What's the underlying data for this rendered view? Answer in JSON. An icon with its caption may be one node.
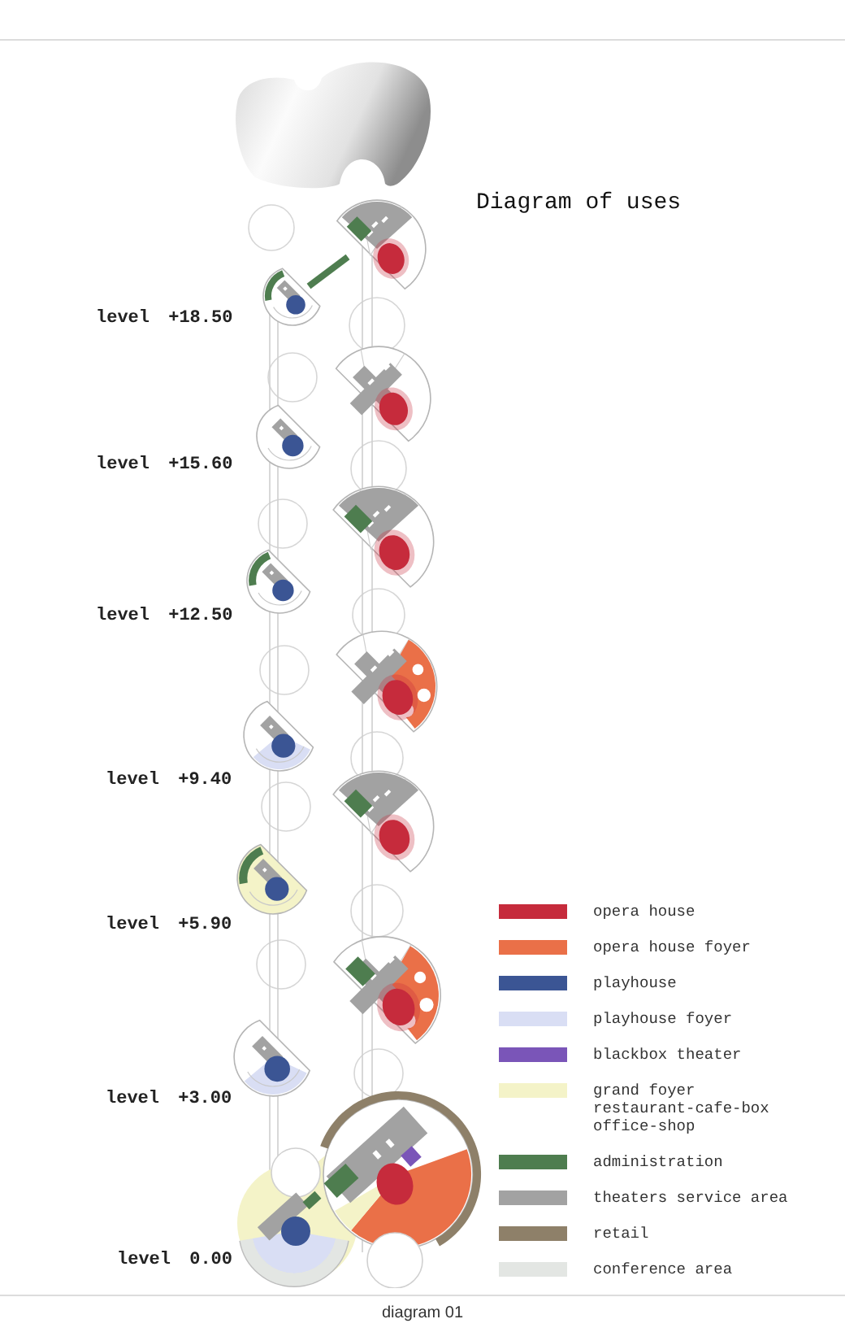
{
  "diagram": {
    "title": "Diagram of uses",
    "caption": "diagram 01",
    "labels": [
      "level +18.50",
      "level +15.60",
      "level +12.50",
      "level +9.40",
      "level +5.90",
      "level +3.00",
      "level 0.00"
    ],
    "legend": [
      {
        "text": "opera house",
        "color": "#c62b3c"
      },
      {
        "text": "opera house foyer",
        "color": "#ea7048"
      },
      {
        "text": "playhouse",
        "color": "#3b5594"
      },
      {
        "text": "playhouse foyer",
        "color": "#d9def4"
      },
      {
        "text": "blackbox theater",
        "color": "#7a55b8"
      },
      {
        "text": "grand foyer restaurant-cafe-box office-shop",
        "color": "#f4f3c8"
      },
      {
        "text": "administration",
        "color": "#4e7d4f"
      },
      {
        "text": "theaters service area",
        "color": "#a2a2a2"
      },
      {
        "text": "retail",
        "color": "#8e8069"
      },
      {
        "text": "conference area",
        "color": "#e3e6e3"
      }
    ]
  }
}
